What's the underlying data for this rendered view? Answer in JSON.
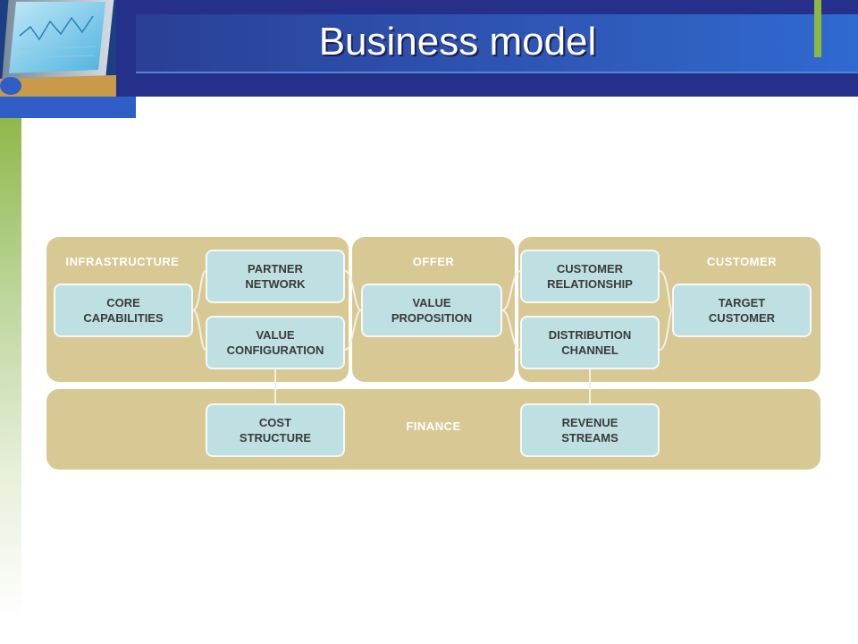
{
  "slide": {
    "title": "Business model"
  },
  "diagram": {
    "sections": {
      "infrastructure": "INFRASTRUCTURE",
      "offer": "OFFER",
      "customer": "CUSTOMER",
      "finance": "FINANCE"
    },
    "boxes": {
      "core_capabilities": "CORE\nCAPABILITIES",
      "partner_network": "PARTNER\nNETWORK",
      "value_configuration": "VALUE\nCONFIGURATION",
      "value_proposition": "VALUE\nPROPOSITION",
      "customer_relationship": "CUSTOMER\nRELATIONSHIP",
      "distribution_channel": "DISTRIBUTION\nCHANNEL",
      "target_customer": "TARGET\nCUSTOMER",
      "cost_structure": "COST\nSTRUCTURE",
      "revenue_streams": "REVENUE\nSTREAMS"
    }
  },
  "colors": {
    "panel": "#d8c894",
    "box": "#bfe0e3",
    "header_dark": "#24308a",
    "header_light": "#2f6ad0",
    "accent_green": "#8db83f"
  }
}
